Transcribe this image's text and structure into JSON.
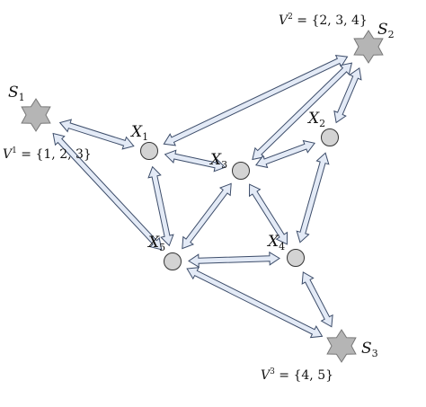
{
  "colors": {
    "arrow_fill": "#e3eaf6",
    "arrow_stroke": "#3d4d6a",
    "node_fill": "#d3d3d3",
    "node_stroke": "#333333",
    "star_fill": "#b5b5b5",
    "star_stroke": "#777777"
  },
  "sources": [
    {
      "id": "s1",
      "label": "S",
      "sub": "1",
      "set_prefix": "V",
      "set_sup": "1",
      "set_value": " = {1, 2, 3}"
    },
    {
      "id": "s2",
      "label": "S",
      "sub": "2",
      "set_prefix": "V",
      "set_sup": "2",
      "set_value": " = {2, 3, 4}"
    },
    {
      "id": "s3",
      "label": "S",
      "sub": "3",
      "set_prefix": "V",
      "set_sup": "3",
      "set_value": " = {4, 5}"
    }
  ],
  "nodes": [
    {
      "id": "x1",
      "label": "X",
      "sub": "1"
    },
    {
      "id": "x2",
      "label": "X",
      "sub": "2"
    },
    {
      "id": "x3",
      "label": "X",
      "sub": "3"
    },
    {
      "id": "x4",
      "label": "X",
      "sub": "4"
    },
    {
      "id": "x5",
      "label": "X",
      "sub": "5"
    }
  ],
  "edges": [
    [
      "s1",
      "x1"
    ],
    [
      "s1",
      "x5"
    ],
    [
      "x1",
      "s2"
    ],
    [
      "x3",
      "s2"
    ],
    [
      "x2",
      "s2"
    ],
    [
      "x1",
      "x3"
    ],
    [
      "x1",
      "x5"
    ],
    [
      "x3",
      "x2"
    ],
    [
      "x3",
      "x5"
    ],
    [
      "x3",
      "x4"
    ],
    [
      "x2",
      "x4"
    ],
    [
      "x5",
      "x4"
    ],
    [
      "x5",
      "s3"
    ],
    [
      "x4",
      "s3"
    ]
  ]
}
